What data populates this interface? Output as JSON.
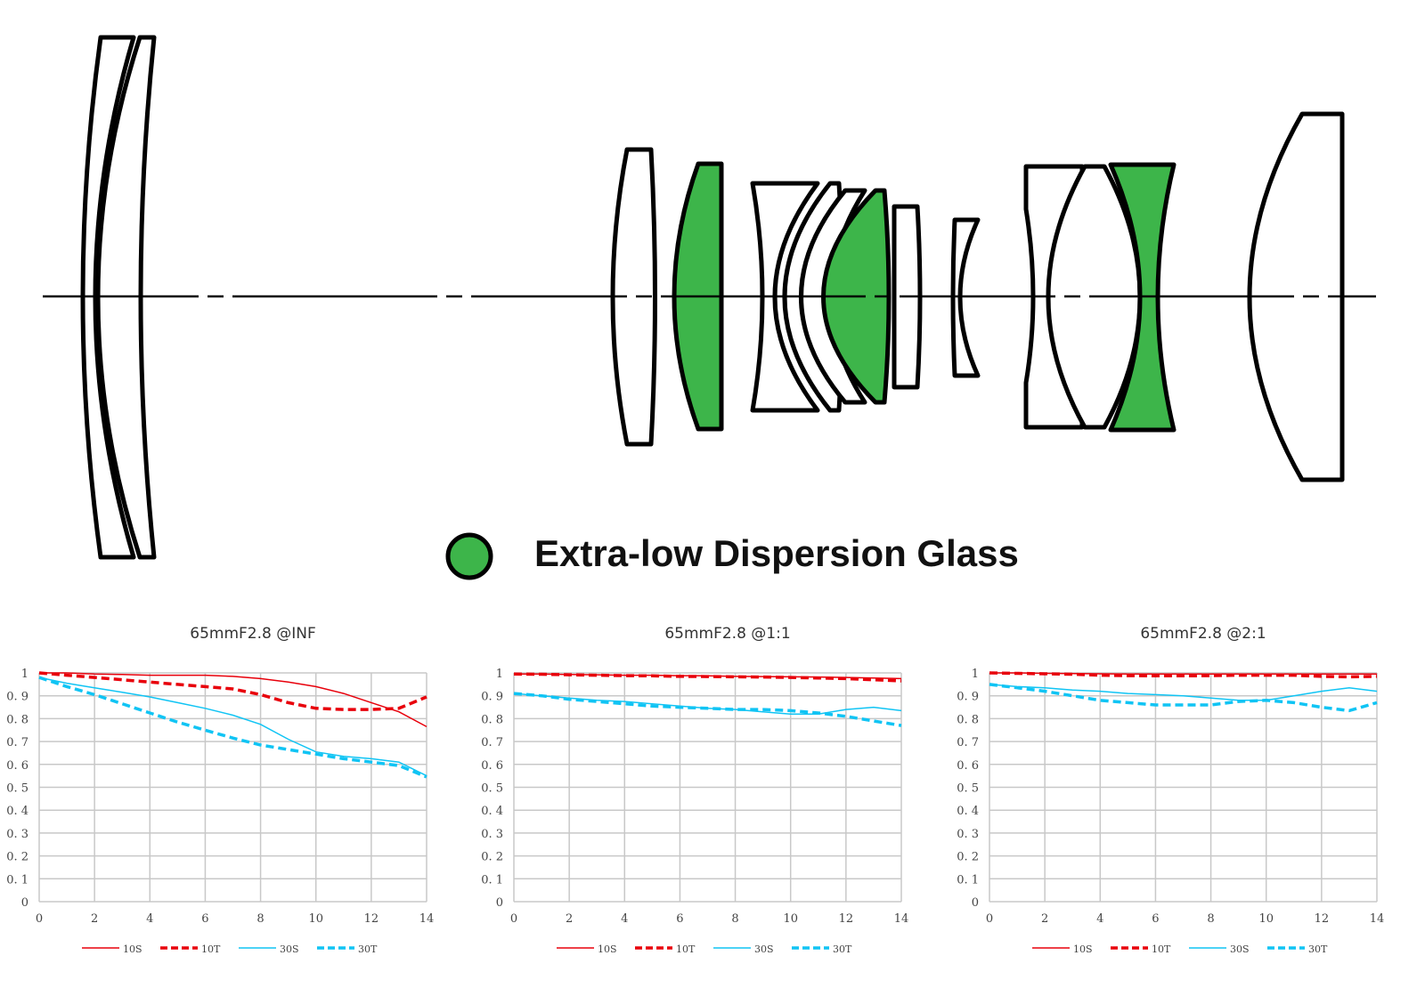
{
  "diagram": {
    "legend_label": "Extra-low Dispersion Glass",
    "ed_glass_color": "#3db54a"
  },
  "chart_data": [
    {
      "type": "line",
      "title": "65mmF2.8 @INF",
      "x": [
        0,
        1,
        2,
        3,
        4,
        5,
        6,
        7,
        8,
        9,
        10,
        11,
        12,
        13,
        14
      ],
      "xlim": [
        0,
        14
      ],
      "ylim": [
        0,
        1
      ],
      "xticks": [
        "0",
        "2",
        "4",
        "6",
        "8",
        "10",
        "12",
        "14"
      ],
      "yticks": [
        "0",
        "0.1",
        "0.2",
        "0.3",
        "0.4",
        "0.5",
        "0.6",
        "0.7",
        "0.8",
        "0.9",
        "1"
      ],
      "grid": true,
      "legend_position": "bottom",
      "series": [
        {
          "name": "10S",
          "color": "#e8000b",
          "dashed": false,
          "values": [
            1,
            1,
            0.995,
            0.993,
            0.99,
            0.99,
            0.99,
            0.985,
            0.975,
            0.96,
            0.94,
            0.91,
            0.87,
            0.83,
            0.765
          ]
        },
        {
          "name": "10T",
          "color": "#e8000b",
          "dashed": true,
          "values": [
            1,
            0.99,
            0.98,
            0.97,
            0.96,
            0.95,
            0.94,
            0.93,
            0.905,
            0.87,
            0.845,
            0.84,
            0.84,
            0.845,
            0.895
          ]
        },
        {
          "name": "30S",
          "color": "#10c4f4",
          "dashed": false,
          "values": [
            0.98,
            0.955,
            0.935,
            0.915,
            0.895,
            0.87,
            0.845,
            0.815,
            0.775,
            0.71,
            0.655,
            0.635,
            0.625,
            0.61,
            0.55
          ]
        },
        {
          "name": "30T",
          "color": "#10c4f4",
          "dashed": true,
          "values": [
            0.98,
            0.94,
            0.905,
            0.865,
            0.825,
            0.785,
            0.75,
            0.715,
            0.685,
            0.665,
            0.645,
            0.625,
            0.61,
            0.595,
            0.545
          ]
        }
      ]
    },
    {
      "type": "line",
      "title": "65mmF2.8 @1:1",
      "x": [
        0,
        1,
        2,
        3,
        4,
        5,
        6,
        7,
        8,
        9,
        10,
        11,
        12,
        13,
        14
      ],
      "xlim": [
        0,
        14
      ],
      "ylim": [
        0,
        1
      ],
      "xticks": [
        "0",
        "2",
        "4",
        "6",
        "8",
        "10",
        "12",
        "14"
      ],
      "yticks": [
        "0",
        "0.1",
        "0.2",
        "0.3",
        "0.4",
        "0.5",
        "0.6",
        "0.7",
        "0.8",
        "0.9",
        "1"
      ],
      "grid": true,
      "legend_position": "bottom",
      "series": [
        {
          "name": "10S",
          "color": "#e8000b",
          "dashed": false,
          "values": [
            0.995,
            0.995,
            0.993,
            0.992,
            0.99,
            0.99,
            0.988,
            0.987,
            0.985,
            0.984,
            0.983,
            0.982,
            0.98,
            0.978,
            0.975
          ]
        },
        {
          "name": "10T",
          "color": "#e8000b",
          "dashed": true,
          "values": [
            0.995,
            0.994,
            0.992,
            0.99,
            0.988,
            0.987,
            0.985,
            0.984,
            0.983,
            0.982,
            0.98,
            0.978,
            0.975,
            0.97,
            0.965
          ]
        },
        {
          "name": "30S",
          "color": "#10c4f4",
          "dashed": false,
          "values": [
            0.91,
            0.9,
            0.89,
            0.88,
            0.875,
            0.865,
            0.855,
            0.845,
            0.84,
            0.83,
            0.82,
            0.82,
            0.84,
            0.85,
            0.835
          ]
        },
        {
          "name": "30T",
          "color": "#10c4f4",
          "dashed": true,
          "values": [
            0.91,
            0.9,
            0.885,
            0.875,
            0.865,
            0.855,
            0.85,
            0.845,
            0.84,
            0.84,
            0.835,
            0.825,
            0.81,
            0.79,
            0.77
          ]
        }
      ]
    },
    {
      "type": "line",
      "title": "65mmF2.8 @2:1",
      "x": [
        0,
        1,
        2,
        3,
        4,
        5,
        6,
        7,
        8,
        9,
        10,
        11,
        12,
        13,
        14
      ],
      "xlim": [
        0,
        14
      ],
      "ylim": [
        0,
        1
      ],
      "xticks": [
        "0",
        "2",
        "4",
        "6",
        "8",
        "10",
        "12",
        "14"
      ],
      "yticks": [
        "0",
        "0.1",
        "0.2",
        "0.3",
        "0.4",
        "0.5",
        "0.6",
        "0.7",
        "0.8",
        "0.9",
        "1"
      ],
      "grid": true,
      "legend_position": "bottom",
      "series": [
        {
          "name": "10S",
          "color": "#e8000b",
          "dashed": false,
          "values": [
            1,
            1,
            0.998,
            0.997,
            0.996,
            0.995,
            0.995,
            0.995,
            0.995,
            0.995,
            0.995,
            0.995,
            0.995,
            0.995,
            0.995
          ]
        },
        {
          "name": "10T",
          "color": "#e8000b",
          "dashed": true,
          "values": [
            1,
            0.998,
            0.996,
            0.994,
            0.99,
            0.988,
            0.987,
            0.987,
            0.988,
            0.99,
            0.99,
            0.99,
            0.985,
            0.983,
            0.985
          ]
        },
        {
          "name": "30S",
          "color": "#10c4f4",
          "dashed": false,
          "values": [
            0.95,
            0.94,
            0.935,
            0.925,
            0.92,
            0.91,
            0.905,
            0.9,
            0.89,
            0.88,
            0.88,
            0.9,
            0.92,
            0.935,
            0.92
          ]
        },
        {
          "name": "30T",
          "color": "#10c4f4",
          "dashed": true,
          "values": [
            0.95,
            0.935,
            0.92,
            0.9,
            0.88,
            0.87,
            0.86,
            0.86,
            0.86,
            0.875,
            0.88,
            0.87,
            0.85,
            0.835,
            0.87
          ]
        }
      ]
    }
  ]
}
